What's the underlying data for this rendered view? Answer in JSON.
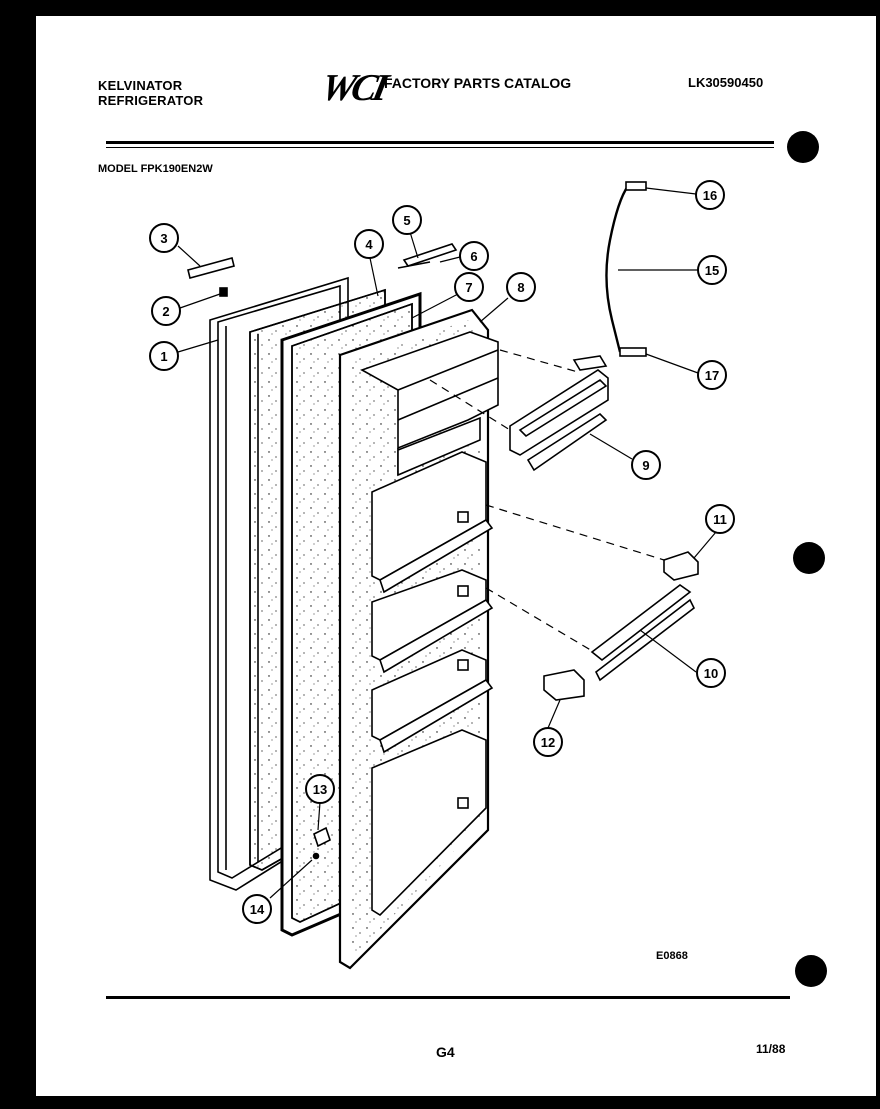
{
  "header": {
    "brand_line1": "KELVINATOR",
    "brand_line2": "REFRIGERATOR",
    "logo": "WCI",
    "catalog_title": "FACTORY PARTS CATALOG",
    "document_number": "LK30590450",
    "model": "MODEL FPK190EN2W"
  },
  "diagram": {
    "drawing_code": "E0868",
    "callouts": [
      "1",
      "2",
      "3",
      "4",
      "5",
      "6",
      "7",
      "8",
      "9",
      "10",
      "11",
      "12",
      "13",
      "14",
      "15",
      "16",
      "17"
    ]
  },
  "footer": {
    "page_number": "G4",
    "date": "11/88"
  }
}
